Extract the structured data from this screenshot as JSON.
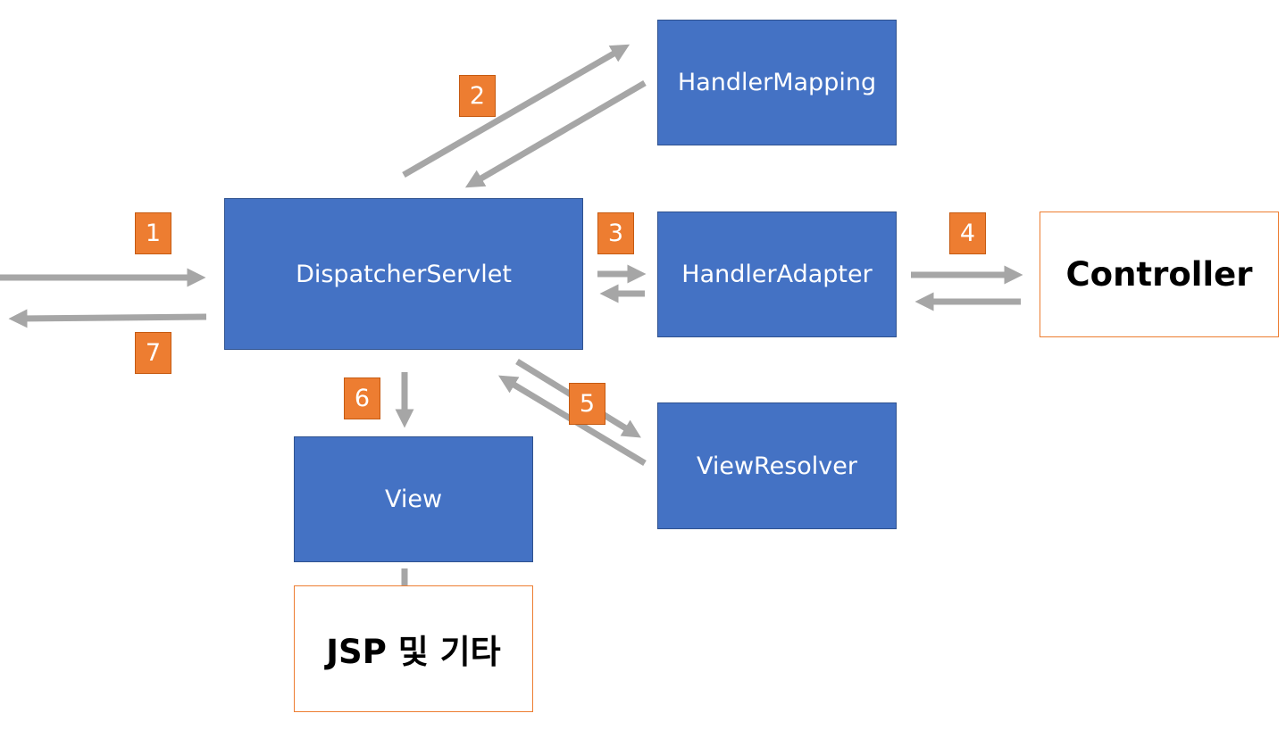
{
  "components": {
    "dispatcher_servlet": "DispatcherServlet",
    "handler_mapping": "HandlerMapping",
    "handler_adapter": "HandlerAdapter",
    "view_resolver": "ViewResolver",
    "view": "View",
    "controller": "Controller",
    "jsp": "JSP 및 기타"
  },
  "steps": [
    "1",
    "2",
    "3",
    "4",
    "5",
    "6",
    "7"
  ],
  "colors": {
    "component_fill": "#4472c4",
    "step_badge": "#ed7d31",
    "external_border": "#ed7d31",
    "arrow": "#a6a6a6"
  }
}
